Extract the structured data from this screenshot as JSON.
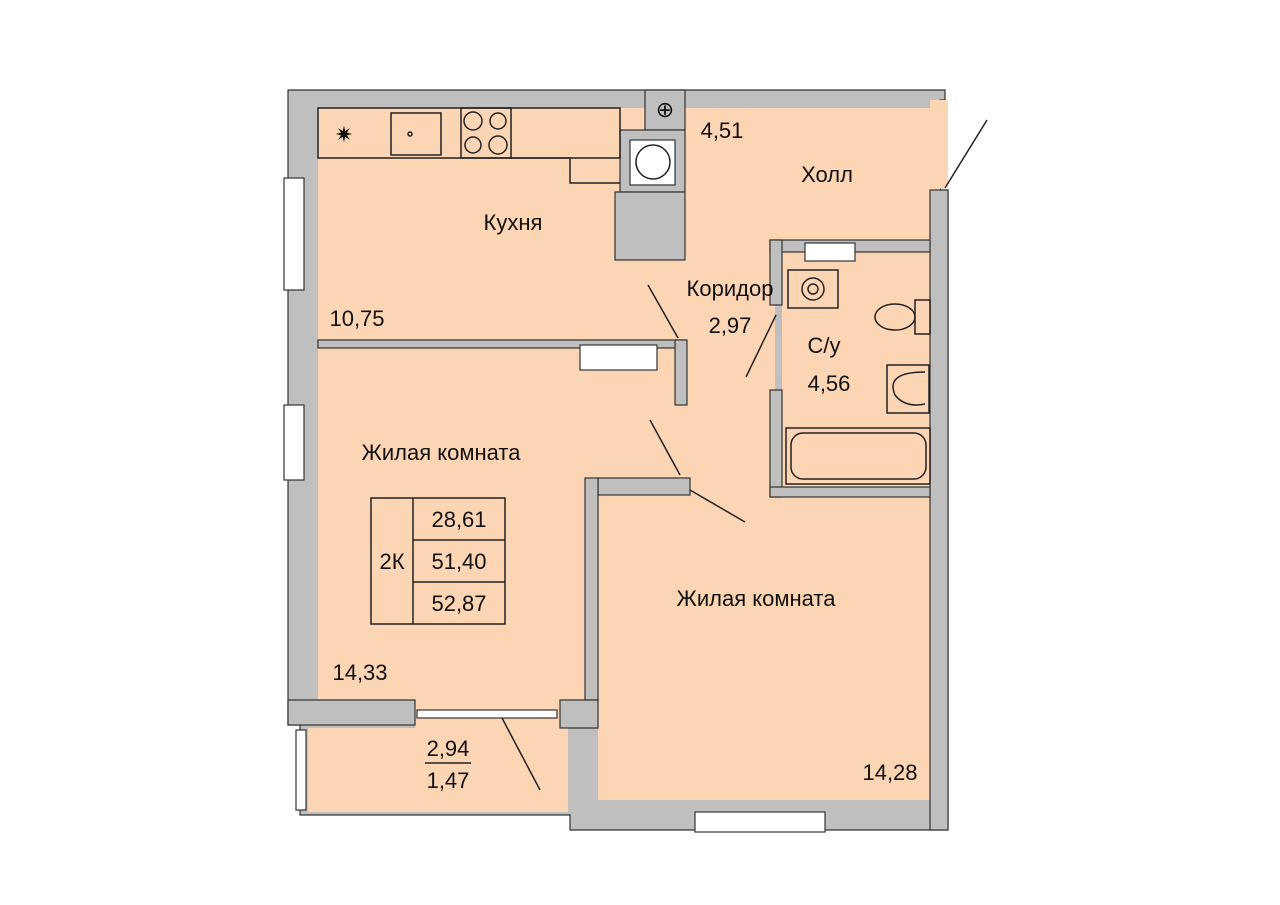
{
  "plan": {
    "rooms": {
      "kitchen": {
        "name": "Кухня",
        "area": "10,75"
      },
      "hall": {
        "name": "Холл",
        "area": "4,51"
      },
      "corridor": {
        "name": "Коридор",
        "area": "2,97"
      },
      "bathroom": {
        "name": "С/у",
        "area": "4,56"
      },
      "living1": {
        "name": "Жилая комната",
        "area": "14,33"
      },
      "living2": {
        "name": "Жилая комната",
        "area": "14,28"
      },
      "balcony": {
        "area_full": "2,94",
        "area_reduced": "1,47"
      }
    },
    "summary": {
      "type": "2К",
      "living_area": "28,61",
      "total_area": "51,40",
      "total_with_balcony": "52,87"
    },
    "colors": {
      "room_fill": "#fcd5b5",
      "wall": "#bfbfbf"
    }
  }
}
